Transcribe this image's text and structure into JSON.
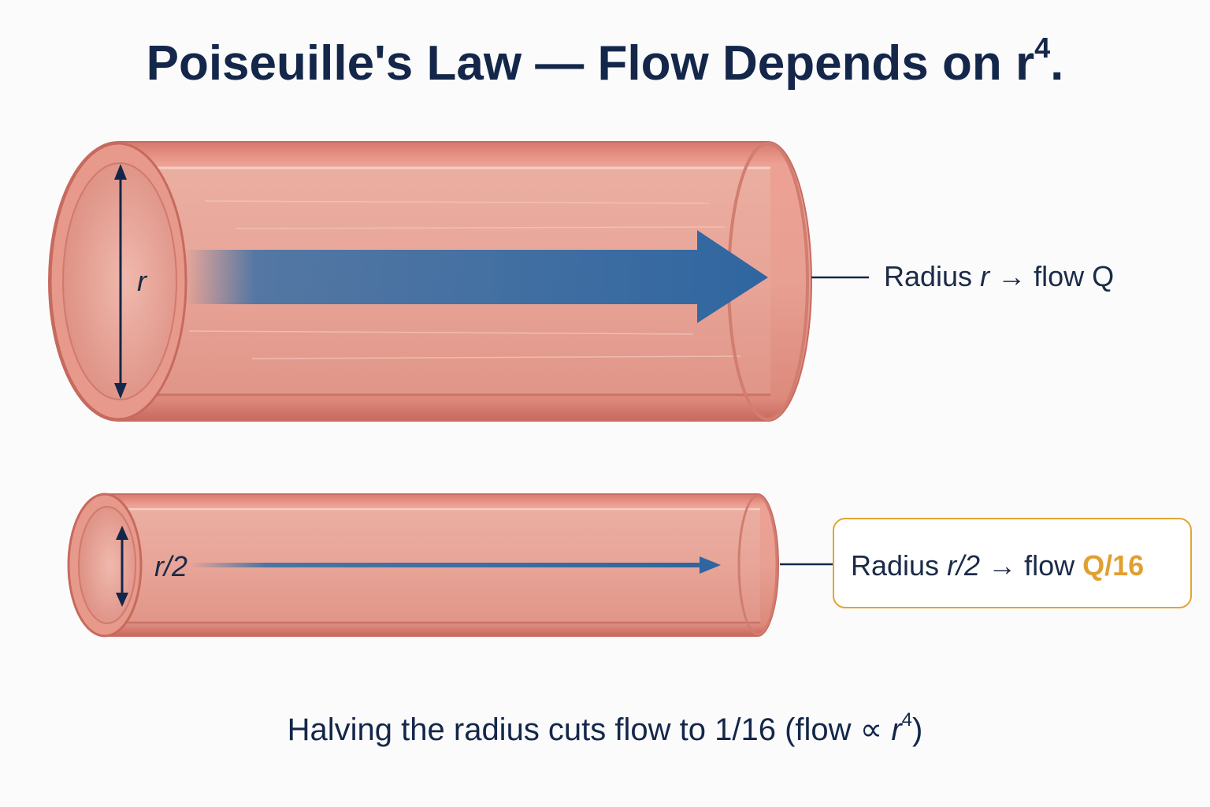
{
  "title": {
    "text": "Poiseuille's Law — Flow Depends on r",
    "exponent": "4",
    "suffix": "."
  },
  "vessels": {
    "large": {
      "radius_label": "r",
      "callout": {
        "prefix": "Radius ",
        "radius": "r",
        "middle": " → flow ",
        "flow": "Q"
      }
    },
    "small": {
      "radius_label": "r/2",
      "callout": {
        "prefix": "Radius ",
        "radius": "r/2",
        "middle": " → flow ",
        "flow": "Q/16"
      }
    }
  },
  "caption": {
    "prefix": "Halving the radius cuts flow to 1/16  (flow ∝ ",
    "variable": "r",
    "exponent": "4",
    "suffix": ")"
  },
  "colors": {
    "vessel_wall": "#e0867a",
    "vessel_inner": "#eaa394",
    "flow_arrow": "#3a6fa5",
    "dimension_line": "#14274a",
    "highlight": "#e2a434"
  },
  "icons": [
    "large-flow-arrow",
    "small-flow-arrow",
    "radius-dimension-arrow"
  ]
}
